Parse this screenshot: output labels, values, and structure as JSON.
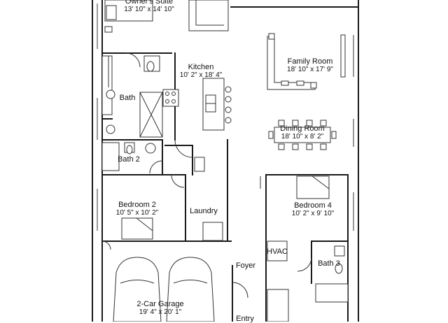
{
  "rooms": {
    "owners_suite": {
      "name": "Owner's Suite",
      "dims": "13' 10\" x 14' 10\""
    },
    "kitchen": {
      "name": "Kitchen",
      "dims": "10' 2\" x 18' 4\""
    },
    "family_room": {
      "name": "Family Room",
      "dims": "18' 10\" x 17' 9\""
    },
    "bath": {
      "name": "Bath"
    },
    "dining_room": {
      "name": "Dining Room",
      "dims": "18' 10\" x 8' 2\""
    },
    "bath_2": {
      "name": "Bath 2"
    },
    "bedroom_2": {
      "name": "Bedroom 2",
      "dims": "10' 5\" x 10' 2\""
    },
    "laundry": {
      "name": "Laundry"
    },
    "bedroom_4": {
      "name": "Bedroom 4",
      "dims": "10' 2\" x 9' 10\""
    },
    "hvac": {
      "name": "HVAC"
    },
    "foyer": {
      "name": "Foyer"
    },
    "bath_3": {
      "name": "Bath 3"
    },
    "garage": {
      "name": "2-Car Garage",
      "dims": "19' 4\" x 20' 1\""
    },
    "entry": {
      "name": "Entry"
    }
  }
}
